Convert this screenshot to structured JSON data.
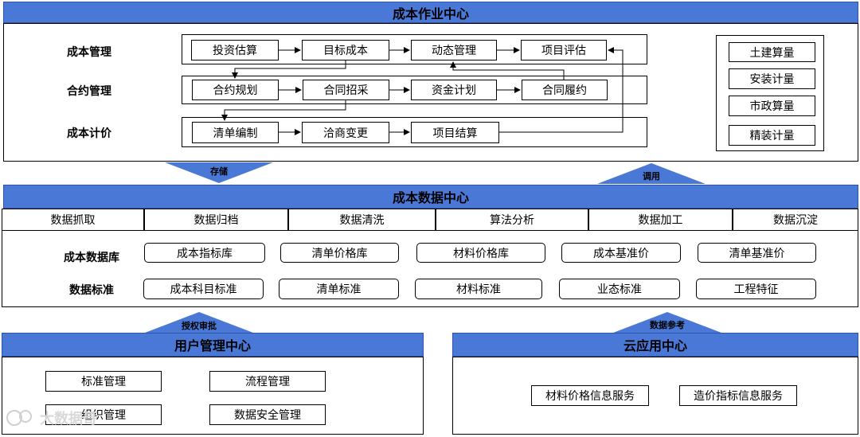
{
  "colors": {
    "header": "#4a78d6",
    "arrow": "#4a78d6",
    "border": "#000000"
  },
  "cost_ops": {
    "title": "成本作业中心",
    "rows": [
      {
        "label": "成本管理",
        "steps": [
          "投资估算",
          "目标成本",
          "动态管理",
          "项目评估"
        ]
      },
      {
        "label": "合约管理",
        "steps": [
          "合约规划",
          "合同招采",
          "资金计划",
          "合同履约"
        ]
      },
      {
        "label": "成本计价",
        "steps": [
          "清单编制",
          "洽商变更",
          "项目结算"
        ]
      }
    ],
    "side_items": [
      "土建算量",
      "安装计量",
      "市政算量",
      "精装计量"
    ]
  },
  "connectors": {
    "store": "存储",
    "invoke": "调用",
    "auth": "授权审批",
    "ref": "数据参考"
  },
  "data_center": {
    "title": "成本数据中心",
    "tabs": [
      "数据抓取",
      "数据归档",
      "数据清洗",
      "算法分析",
      "数据加工",
      "数据沉淀"
    ],
    "rows": [
      {
        "label": "成本数据库",
        "items": [
          "成本指标库",
          "清单价格库",
          "材料价格库",
          "成本基准价",
          "清单基准价"
        ]
      },
      {
        "label": "数据标准",
        "items": [
          "成本科目标准",
          "清单标准",
          "材料标准",
          "业态标准",
          "工程特征"
        ]
      }
    ]
  },
  "user_center": {
    "title": "用户管理中心",
    "items": [
      "标准管理",
      "流程管理",
      "组织管理",
      "数据安全管理"
    ]
  },
  "cloud_center": {
    "title": "云应用中心",
    "items": [
      "材料价格信息服务",
      "造价指标信息服务"
    ]
  },
  "watermark": {
    "text": "大数据哥"
  }
}
